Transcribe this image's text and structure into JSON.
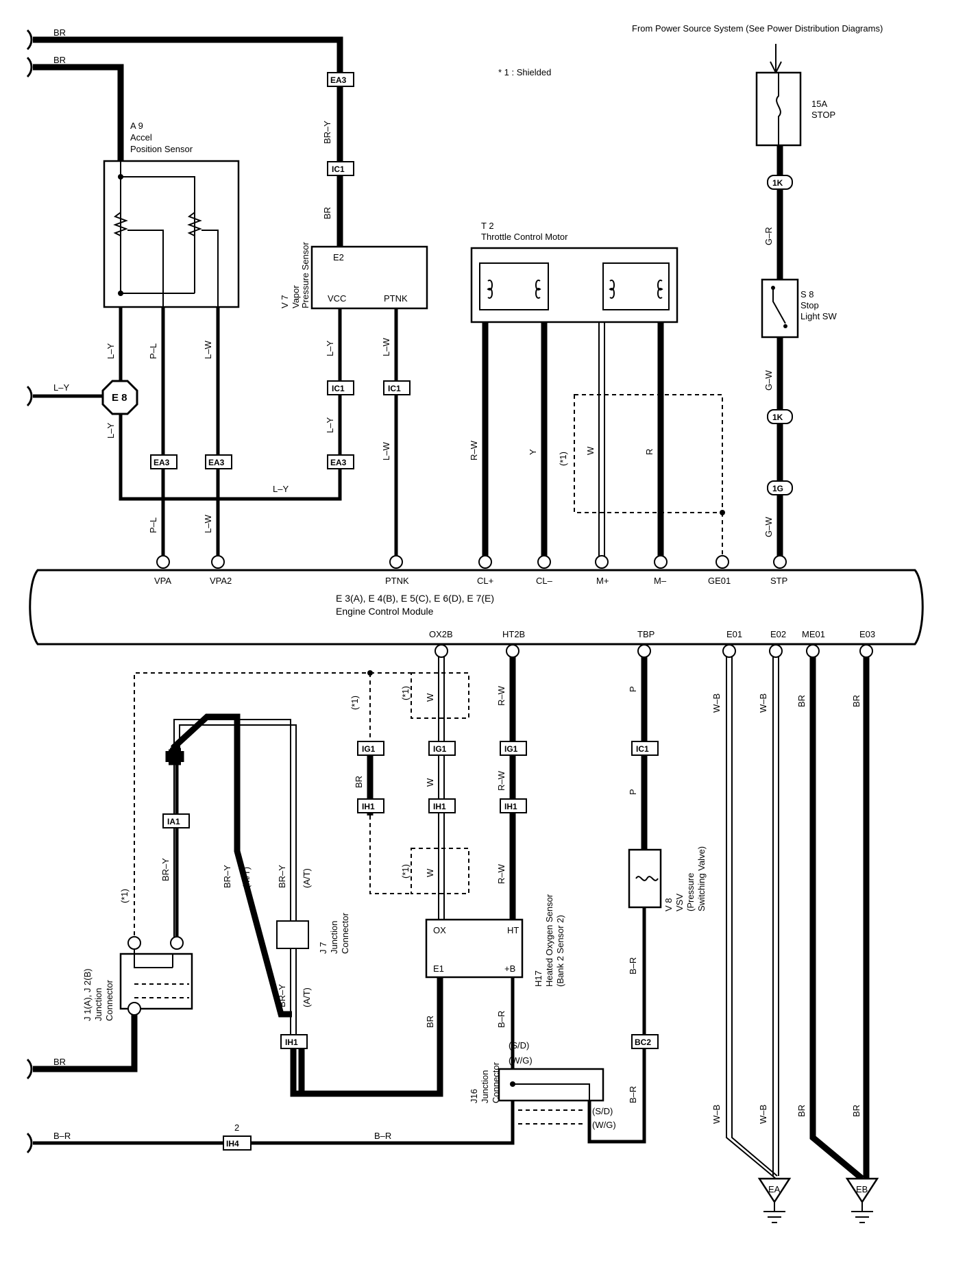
{
  "note": "* 1 : Shielded",
  "power": {
    "source": "From Power Source System (See Power Distribution Diagrams)",
    "fuse_rating": "15A",
    "fuse_name": "STOP"
  },
  "ecm": {
    "ref": "E 3(A), E 4(B), E 5(C), E 6(D), E 7(E)",
    "name": "Engine Control Module",
    "top_terminals": [
      "VPA",
      "VPA2",
      "PTNK",
      "CL+",
      "CL–",
      "M+",
      "M–",
      "GE01",
      "STP"
    ],
    "bottom_terminals": [
      "OX2B",
      "HT2B",
      "TBP",
      "E01",
      "E02",
      "ME01",
      "E03"
    ]
  },
  "components": {
    "a9": {
      "ref": "A 9",
      "name1": "Accel",
      "name2": "Position Sensor"
    },
    "v7": {
      "ref": "V 7",
      "name1": "Vapor",
      "name2": "Pressure Sensor",
      "e2": "E2",
      "vcc": "VCC",
      "ptnk": "PTNK"
    },
    "t2": {
      "ref": "T 2",
      "name": "Throttle Control Motor"
    },
    "s8": {
      "ref": "S 8",
      "name1": "Stop",
      "name2": "Light SW"
    },
    "j1": {
      "ref": "J 1(A), J 2(B)",
      "name1": "Junction",
      "name2": "Connector"
    },
    "j7": {
      "ref": "J 7",
      "name1": "Junction",
      "name2": "Connector"
    },
    "h17": {
      "ref": "H17",
      "name1": "Heated Oxygen Sensor",
      "name2": "(Bank 2 Sensor 2)",
      "ox": "OX",
      "ht": "HT",
      "e1": "E1",
      "pb": "+B"
    },
    "v8": {
      "ref": "V 8",
      "name1": "VSV",
      "name2": "(Pressure",
      "name3": "Switching Valve)"
    },
    "j16": {
      "ref": "J16",
      "name1": "Junction",
      "name2": "Connector"
    },
    "e8": "E 8"
  },
  "connectors": {
    "ea3": "EA3",
    "ic1": "IC1",
    "ig1": "IG1",
    "ih1": "IH1",
    "ia1": "IA1",
    "ih4": "IH4",
    "bc2": "BC2",
    "k1": "1K",
    "g1": "1G"
  },
  "wire_colors": {
    "br": "BR",
    "bry": "BR–Y",
    "ly": "L–Y",
    "pl": "P–L",
    "lw": "L–W",
    "rw": "R–W",
    "y": "Y",
    "w": "W",
    "r": "R",
    "gr": "G–R",
    "gw": "G–W",
    "p": "P",
    "br2": "B–R",
    "wb": "W–B"
  },
  "tags": {
    "shield": "(*1)",
    "mt": "(M/T)",
    "at": "(A/T)",
    "sd": "(S/D)",
    "wg": "(W/G)"
  },
  "grounds": [
    "EA",
    "EB"
  ]
}
